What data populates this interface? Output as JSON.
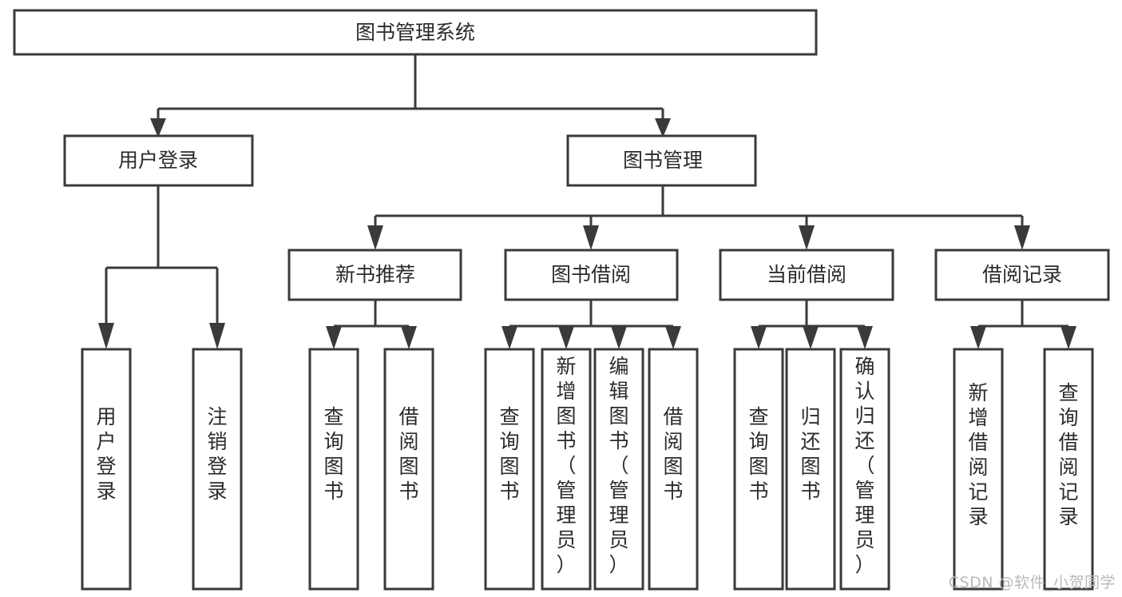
{
  "diagram": {
    "type": "tree-hierarchy-chart",
    "title": "图书管理系统",
    "orientation": "top-down",
    "colors": {
      "box_fill": "#ffffff",
      "box_stroke": "#3a3a3a",
      "text": "#2b2b2b",
      "background": "#ffffff",
      "watermark": "#b9b9b9"
    },
    "nodes": {
      "root": {
        "label": "图书管理系统",
        "level": 1,
        "orientation": "horizontal"
      },
      "user_login": {
        "label": "用户登录",
        "level": 2,
        "orientation": "horizontal"
      },
      "book_manage": {
        "label": "图书管理",
        "level": 2,
        "orientation": "horizontal"
      },
      "new_book_rec": {
        "label": "新书推荐",
        "level": 3,
        "orientation": "horizontal"
      },
      "book_borrow": {
        "label": "图书借阅",
        "level": 3,
        "orientation": "horizontal"
      },
      "current_borrow": {
        "label": "当前借阅",
        "level": 3,
        "orientation": "horizontal"
      },
      "borrow_record": {
        "label": "借阅记录",
        "level": 3,
        "orientation": "horizontal"
      },
      "leaf_1": {
        "label": "用户登录",
        "level": 4,
        "orientation": "vertical",
        "parent": "用户登录"
      },
      "leaf_2": {
        "label": "注销登录",
        "level": 4,
        "orientation": "vertical",
        "parent": "用户登录"
      },
      "leaf_3": {
        "label": "查询图书",
        "level": 4,
        "orientation": "vertical",
        "parent": "新书推荐"
      },
      "leaf_4": {
        "label": "借阅图书",
        "level": 4,
        "orientation": "vertical",
        "parent": "新书推荐"
      },
      "leaf_5": {
        "label": "查询图书",
        "level": 4,
        "orientation": "vertical",
        "parent": "图书借阅"
      },
      "leaf_6": {
        "label": "新增图书（管理员）",
        "level": 4,
        "orientation": "vertical",
        "parent": "图书借阅"
      },
      "leaf_7": {
        "label": "编辑图书（管理员）",
        "level": 4,
        "orientation": "vertical",
        "parent": "图书借阅"
      },
      "leaf_8": {
        "label": "借阅图书",
        "level": 4,
        "orientation": "vertical",
        "parent": "图书借阅"
      },
      "leaf_9": {
        "label": "查询图书",
        "level": 4,
        "orientation": "vertical",
        "parent": "当前借阅"
      },
      "leaf_10": {
        "label": "归还图书",
        "level": 4,
        "orientation": "vertical",
        "parent": "当前借阅"
      },
      "leaf_11": {
        "label": "确认归还（管理员）",
        "level": 4,
        "orientation": "vertical",
        "parent": "当前借阅"
      },
      "leaf_12": {
        "label": "新增借阅记录",
        "level": 4,
        "orientation": "vertical",
        "parent": "借阅记录"
      },
      "leaf_13": {
        "label": "查询借阅记录",
        "level": 4,
        "orientation": "vertical",
        "parent": "借阅记录"
      }
    },
    "edges": [
      {
        "from": "图书管理系统",
        "to": "用户登录"
      },
      {
        "from": "图书管理系统",
        "to": "图书管理"
      },
      {
        "from": "图书管理",
        "to": "新书推荐"
      },
      {
        "from": "图书管理",
        "to": "图书借阅"
      },
      {
        "from": "图书管理",
        "to": "当前借阅"
      },
      {
        "from": "图书管理",
        "to": "借阅记录"
      },
      {
        "from": "用户登录",
        "to": "用户登录"
      },
      {
        "from": "用户登录",
        "to": "注销登录"
      },
      {
        "from": "新书推荐",
        "to": "查询图书"
      },
      {
        "from": "新书推荐",
        "to": "借阅图书"
      },
      {
        "from": "图书借阅",
        "to": "查询图书"
      },
      {
        "from": "图书借阅",
        "to": "新增图书（管理员）"
      },
      {
        "from": "图书借阅",
        "to": "编辑图书（管理员）"
      },
      {
        "from": "图书借阅",
        "to": "借阅图书"
      },
      {
        "from": "当前借阅",
        "to": "查询图书"
      },
      {
        "from": "当前借阅",
        "to": "归还图书"
      },
      {
        "from": "当前借阅",
        "to": "确认归还（管理员）"
      },
      {
        "from": "借阅记录",
        "to": "新增借阅记录"
      },
      {
        "from": "借阅记录",
        "to": "查询借阅记录"
      }
    ]
  },
  "watermark": {
    "text": "CSDN @软件_小贺同学"
  }
}
